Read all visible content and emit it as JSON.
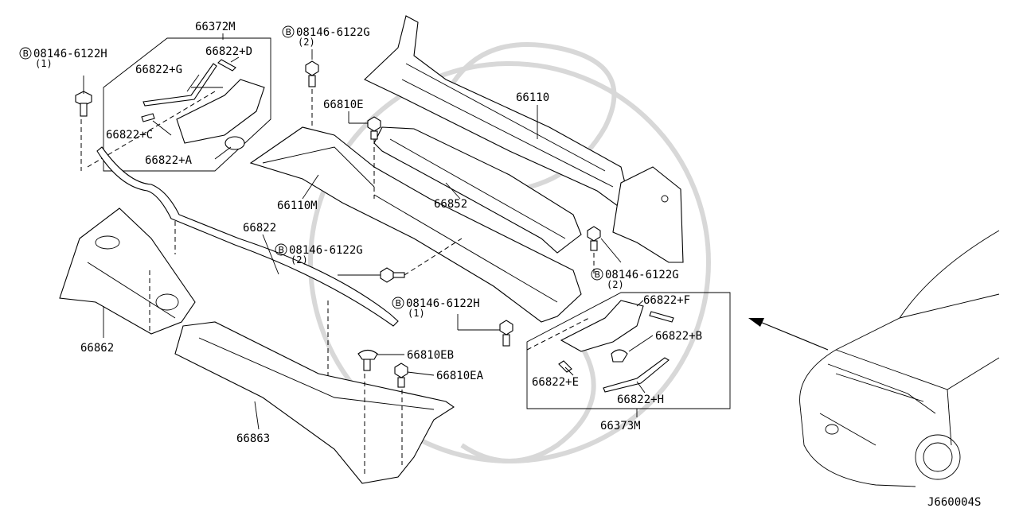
{
  "diagram_code": "J660004S",
  "bolt_symbol": "B",
  "labels": {
    "p66372M": "66372M",
    "p66822D": "66822+D",
    "p66822G": "66822+G",
    "p66822C": "66822+C",
    "p66822A": "66822+A",
    "p66110": "66110",
    "p66810E": "66810E",
    "p66110M": "66110M",
    "p66852": "66852",
    "p66822": "66822",
    "p66862": "66862",
    "p66863": "66863",
    "p66810EB": "66810EB",
    "p66810EA": "66810EA",
    "p66822F": "66822+F",
    "p66822B": "66822+B",
    "p66822E": "66822+E",
    "p66822H": "66822+H",
    "p66373M": "66373M"
  },
  "bolts": {
    "b1": {
      "code": "08146-6122H",
      "qty": "(1)"
    },
    "b2": {
      "code": "08146-6122G",
      "qty": "(2)"
    },
    "b3": {
      "code": "08146-6122G",
      "qty": "(2)"
    },
    "b4": {
      "code": "08146-6122G",
      "qty": "(2)"
    },
    "b5": {
      "code": "08146-6122H",
      "qty": "(1)"
    }
  }
}
